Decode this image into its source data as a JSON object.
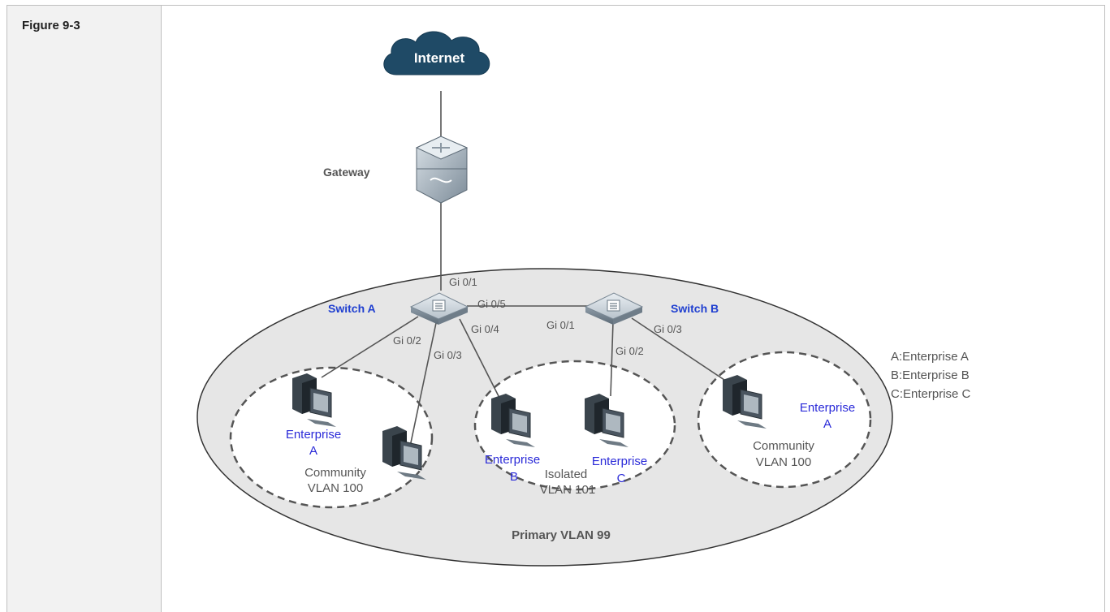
{
  "figure_label": "Figure 9-3",
  "nodes": {
    "internet": "Internet",
    "gateway": "Gateway",
    "switch_a": "Switch A",
    "switch_b": "Switch B"
  },
  "ports": {
    "a_gi01": "Gi 0/1",
    "a_gi05": "Gi 0/5",
    "a_gi02": "Gi 0/2",
    "a_gi03": "Gi 0/3",
    "a_gi04": "Gi 0/4",
    "b_gi01": "Gi 0/1",
    "b_gi02": "Gi 0/2",
    "b_gi03": "Gi 0/3"
  },
  "groups": {
    "left": {
      "enterprise_line1": "Enterprise",
      "enterprise_line2": "A",
      "type": "Community",
      "vlan": "VLAN 100"
    },
    "middle": {
      "ent_b_line1": "Enterprise",
      "ent_b_line2": "B",
      "ent_c_line1": "Enterprise",
      "ent_c_line2": "C",
      "type": "Isolated",
      "vlan": "VLAN 101"
    },
    "right": {
      "enterprise_line1": "Enterprise",
      "enterprise_line2": "A",
      "type": "Community",
      "vlan": "VLAN 100"
    }
  },
  "primary_vlan": "Primary VLAN 99",
  "legend": [
    "A:Enterprise A",
    "B:Enterprise B",
    "C:Enterprise C"
  ],
  "colors": {
    "enterprise_text": "#2a2ad8",
    "switch_label": "#1f3fd0",
    "cloud": "#1f4a66",
    "primary_area": "#e6e6e6"
  }
}
